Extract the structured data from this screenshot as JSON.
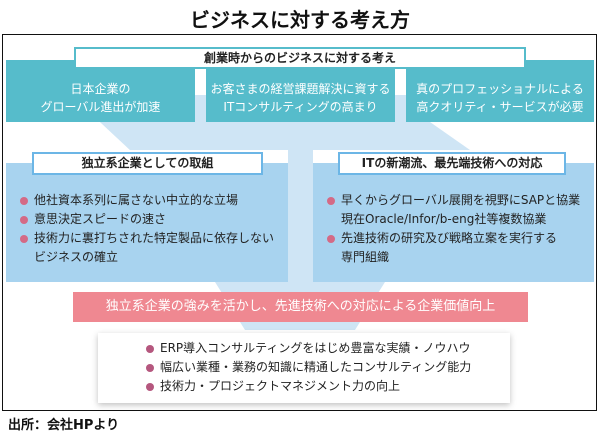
{
  "title": "ビジネスに対する考え方",
  "top_banner": "創業時からのビジネスに対する考え",
  "top_boxes": [
    {
      "line1": "日本企業の",
      "line2": "グローバル進出が加速"
    },
    {
      "line1": "お客さまの経営課題解決に資する",
      "line2": "ITコンサルティングの高まり"
    },
    {
      "line1": "真のプロフェッショナルによる",
      "line2": "高クオリティ・サービスが必要"
    }
  ],
  "left_box": {
    "header": "独立系企業としての取組",
    "items": [
      "他社資本系列に属さない中立的な立場",
      "意思決定スピードの速さ",
      "技術力に裏打ちされた特定製品に依存しない"
    ],
    "item3_cont": "ビジネスの確立"
  },
  "right_box": {
    "header": "ITの新潮流、最先端技術への対応",
    "item1": "早くからグローバル展開を視野にSAPと協業",
    "item1_cont": "現在Oracle/Infor/b-eng社等複数協業",
    "item2": "先進技術の研究及び戦略立案を実行する",
    "item2_cont": "専門組織"
  },
  "result_banner": "独立系企業の強みを活かし、先進技術への対応による企業価値向上",
  "result_items": [
    "ERP導入コンサルティングをはじめ豊富な実績・ノウハウ",
    "幅広い業種・業務の知識に精通したコンサルティング能力",
    "技術力・プロジェクトマネジメント力の向上"
  ],
  "source": "出所：会社HPより",
  "colors": {
    "teal": "#56bccb",
    "blue": "#a8d3ef",
    "funnel": "#cfe5f5",
    "pink": "#ef8891"
  }
}
